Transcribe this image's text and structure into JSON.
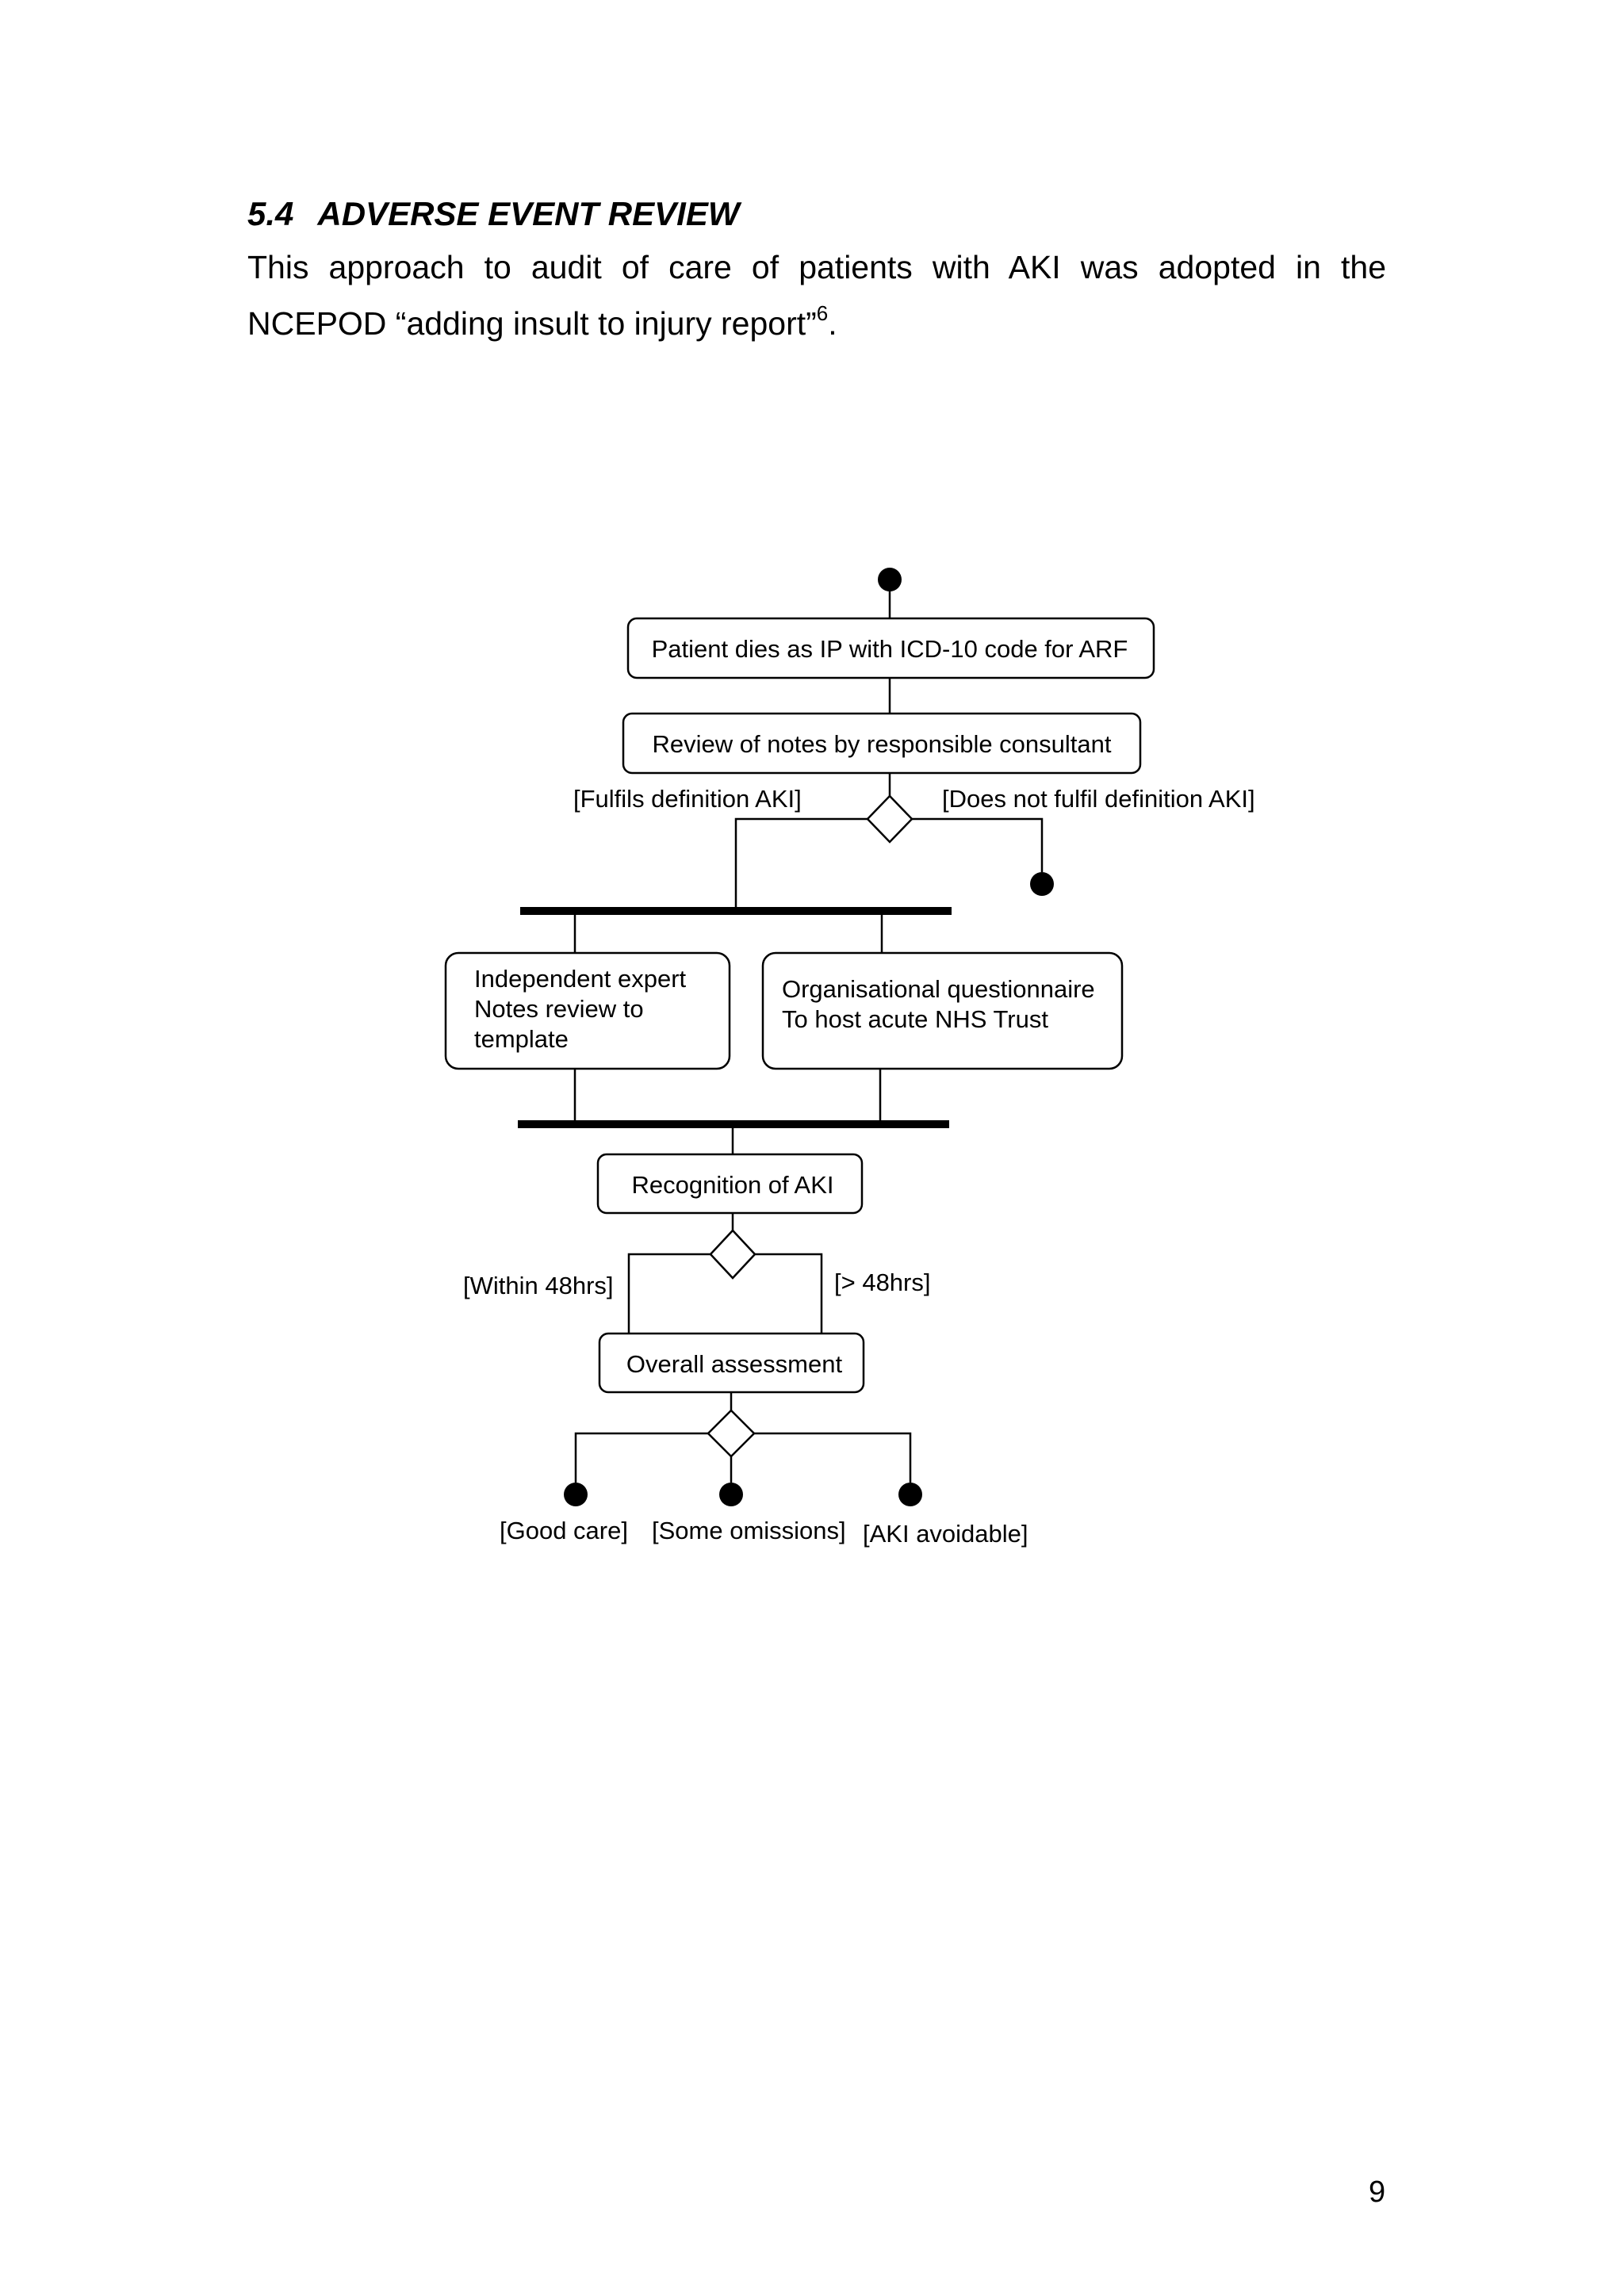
{
  "section": {
    "number": "5.4",
    "title": "ADVERSE EVENT REVIEW"
  },
  "paragraph": {
    "text": "This approach to audit of care of patients with AKI was adopted in the NCEPOD “adding insult to injury report”",
    "superscript": "6",
    "end": "."
  },
  "diagram": {
    "activities": {
      "patient_dies": "Patient dies as IP with ICD-10 code for ARF",
      "review_notes": "Review of notes by responsible consultant",
      "expert_review_line1": "Independent expert",
      "expert_review_line2": "Notes review to",
      "expert_review_line3": "template",
      "org_questionnaire_line1": "Organisational questionnaire",
      "org_questionnaire_line2": "To host acute NHS Trust",
      "recognition": "Recognition of AKI",
      "overall": "Overall assessment"
    },
    "guards": {
      "fulfils": "[Fulfils definition AKI]",
      "not_fulfil": "[Does not fulfil definition AKI]",
      "within_48": "[Within 48hrs]",
      "over_48": "[> 48hrs]",
      "good_care": "[Good care]",
      "some_omissions": "[Some omissions]",
      "aki_avoidable": "[AKI avoidable]"
    }
  },
  "page_number": "9"
}
